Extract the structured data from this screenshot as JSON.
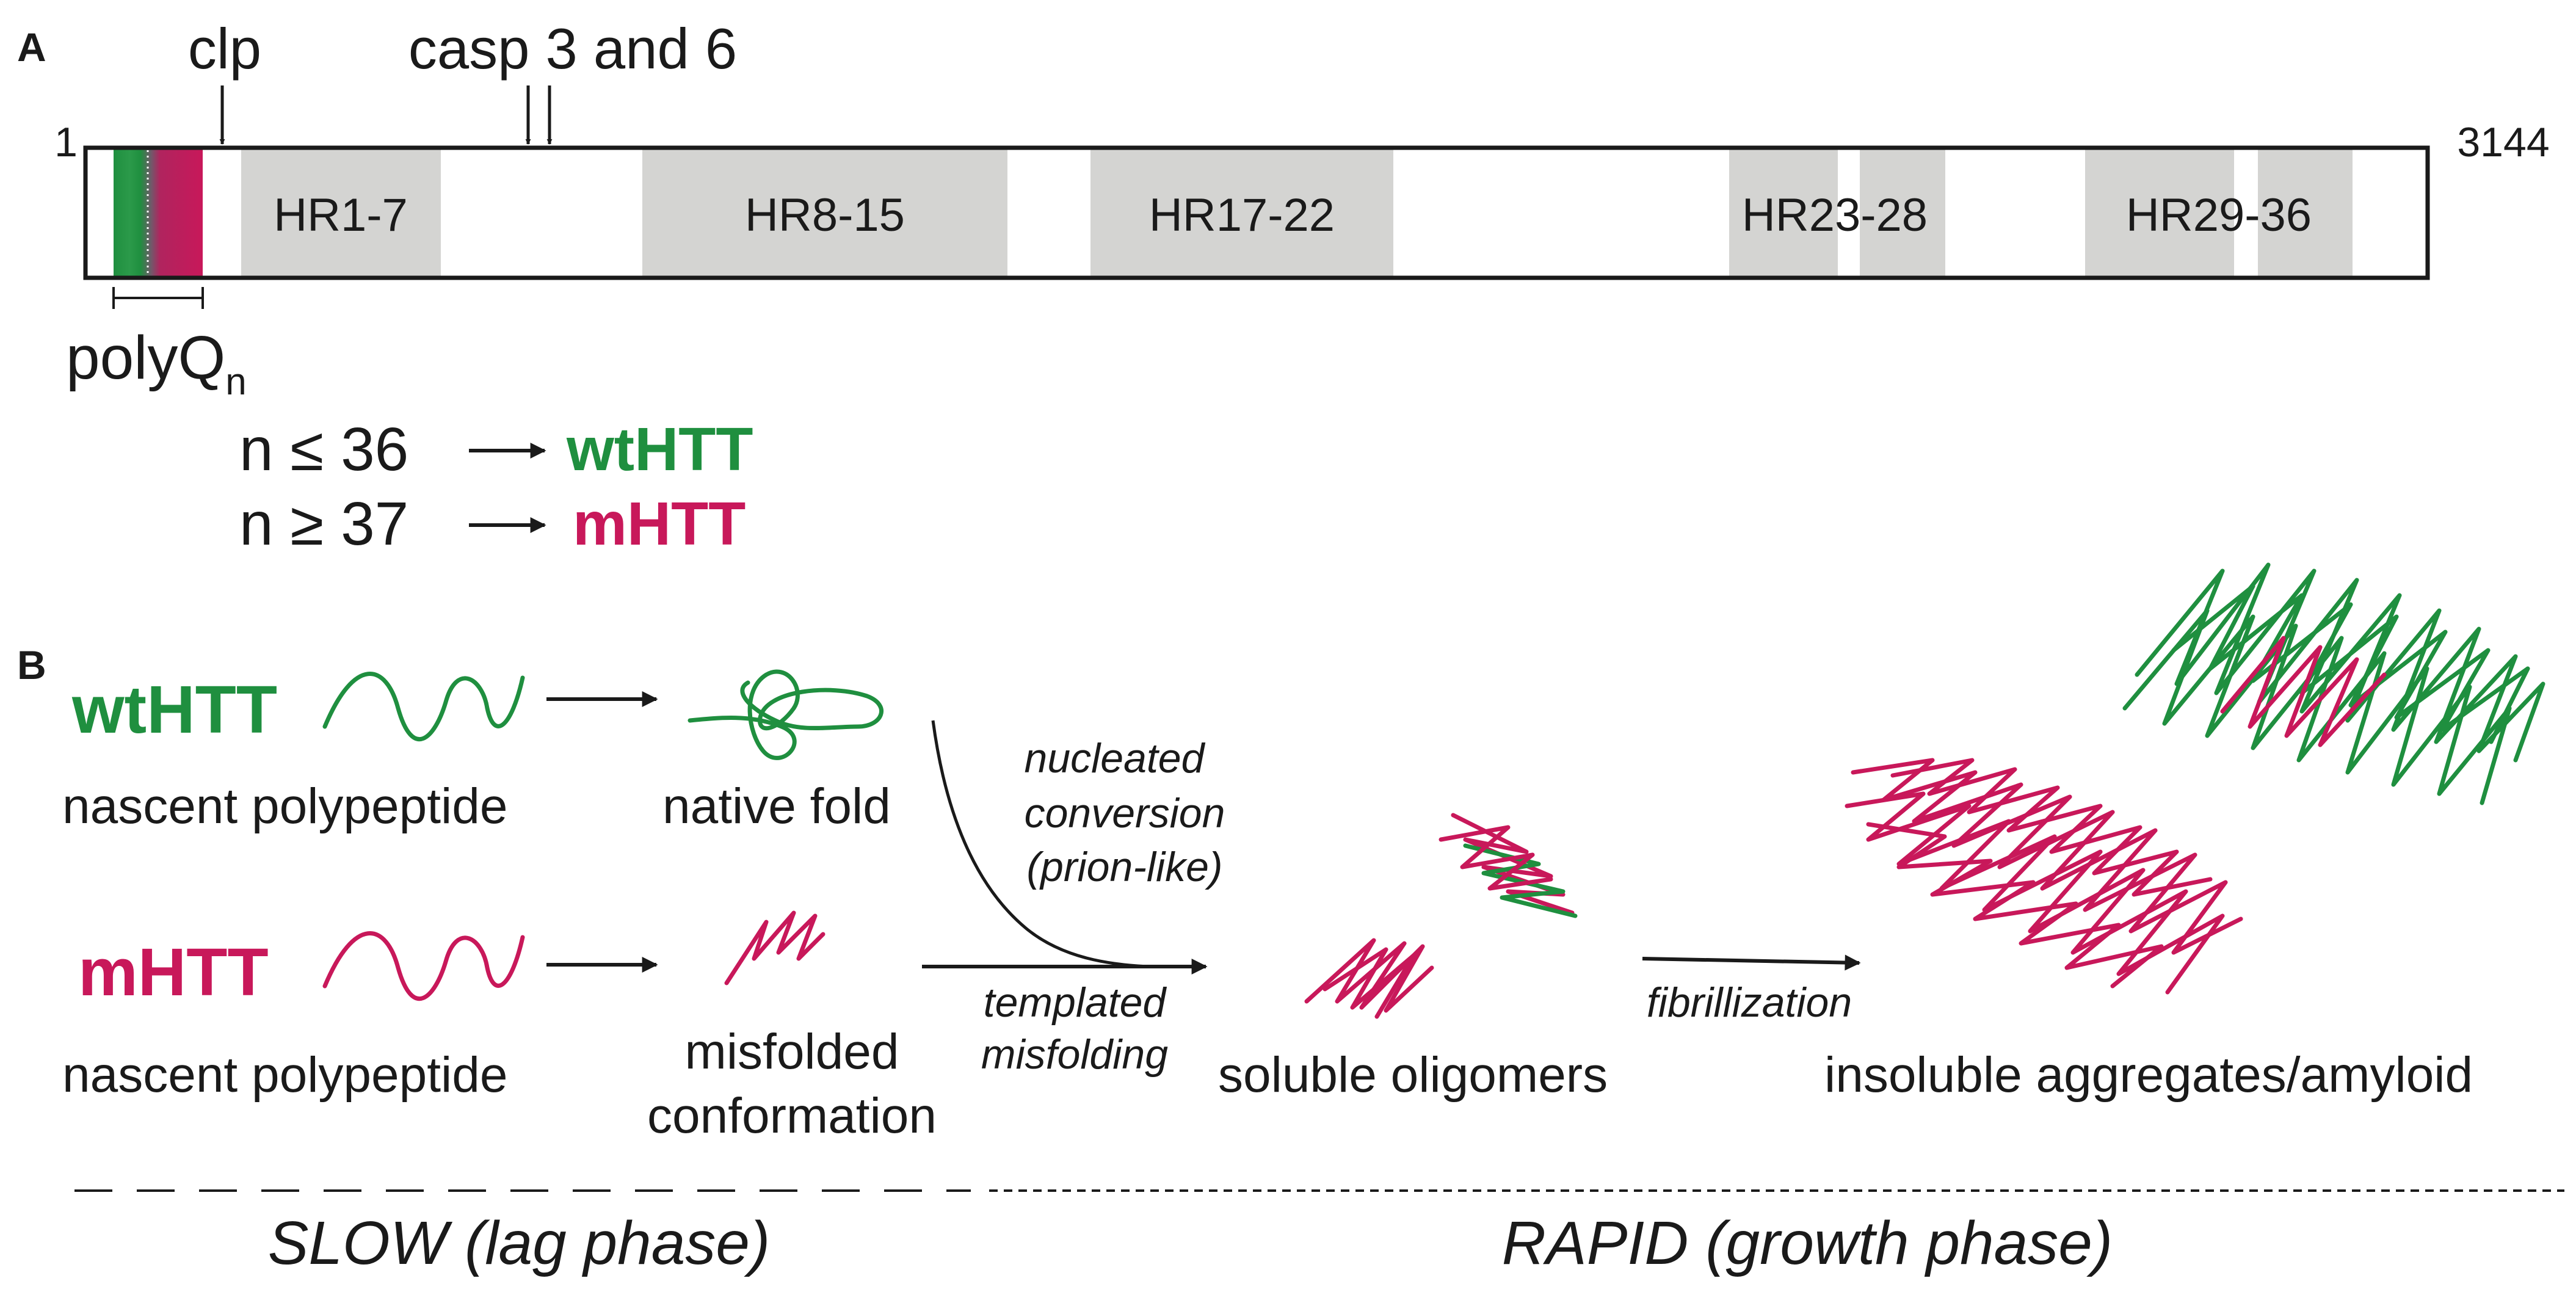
{
  "colors": {
    "green": "#1f8f3f",
    "magenta": "#c8185a",
    "domain_gray": "#d4d4d2",
    "ink": "#1a1a1a"
  },
  "panelA": {
    "label": "A",
    "start": "1",
    "end": "3144",
    "clp": "clp",
    "casp": "casp 3 and 6",
    "domains": [
      "HR1-7",
      "HR8-15",
      "HR17-22",
      "HR23-28",
      "HR29-36"
    ],
    "polyq": "polyQ",
    "polyq_sub": "n",
    "rule1_cond": "n ≤ 36",
    "rule1_result": "wtHTT",
    "rule2_cond": "n ≥ 37",
    "rule2_result": "mHTT"
  },
  "panelB": {
    "label": "B",
    "wt_name": "wtHTT",
    "m_name": "mHTT",
    "wt_nascent": "nascent polypeptide",
    "m_nascent": "nascent polypeptide",
    "native_fold": "native fold",
    "misfolded_1": "misfolded",
    "misfolded_2": "conformation",
    "nucleated_1": "nucleated",
    "nucleated_2": "conversion",
    "nucleated_3": "(prion-like)",
    "templated_1": "templated",
    "templated_2": "misfolding",
    "soluble": "soluble oligomers",
    "fibrillization": "fibrillization",
    "insoluble": "insoluble aggregates/amyloid",
    "slow": "SLOW (lag phase)",
    "rapid": "RAPID (growth phase)"
  }
}
